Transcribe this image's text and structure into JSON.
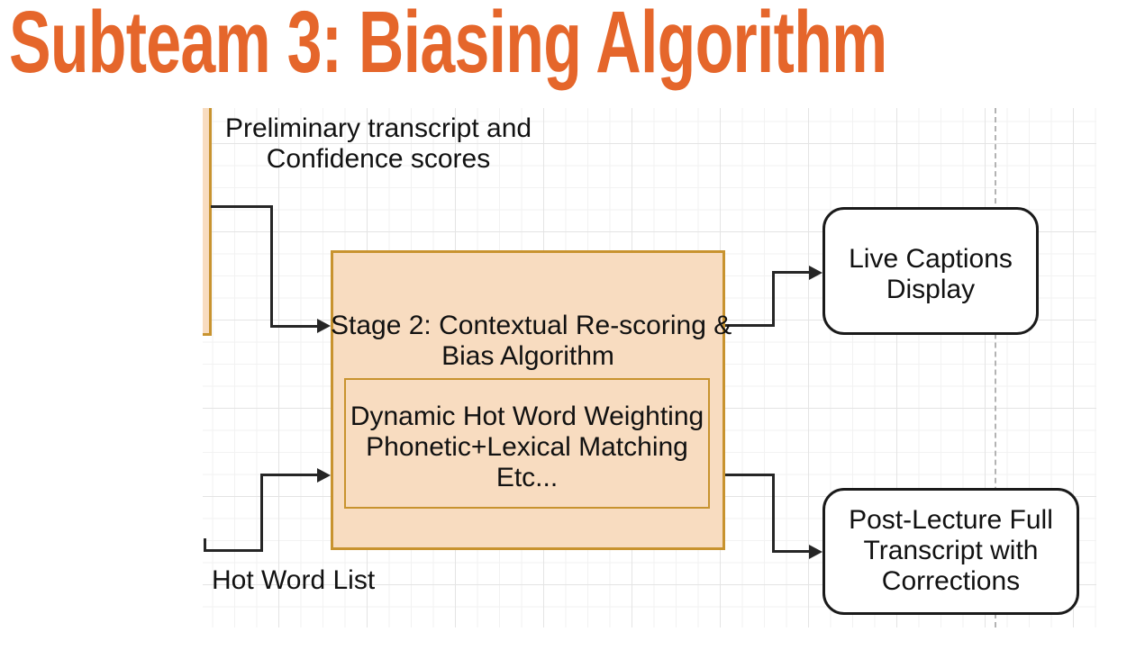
{
  "title": "Subteam 3: Biasing Algorithm",
  "colors": {
    "title_orange": "#e5662b",
    "node_fill": "#f8dcc0",
    "node_border": "#c8932f",
    "arrow_black": "#262626",
    "grid_minor": "#f2f2f2",
    "grid_major": "#e4e4e4"
  },
  "diagram": {
    "preliminary_label": {
      "line1": "Preliminary transcript and",
      "line2": "Confidence scores"
    },
    "hot_word_label": "Hot Word List",
    "stage2_node": {
      "line1": "Stage 2: Contextual Re-scoring &",
      "line2": "Bias Algorithm"
    },
    "stage2_detail_node": {
      "line1": "Dynamic Hot Word Weighting",
      "line2": "Phonetic+Lexical Matching",
      "line3": "Etc..."
    },
    "live_captions_node": {
      "line1": "Live Captions",
      "line2": "Display"
    },
    "post_lecture_node": {
      "line1": "Post-Lecture Full",
      "line2": "Transcript with",
      "line3": "Corrections"
    }
  }
}
